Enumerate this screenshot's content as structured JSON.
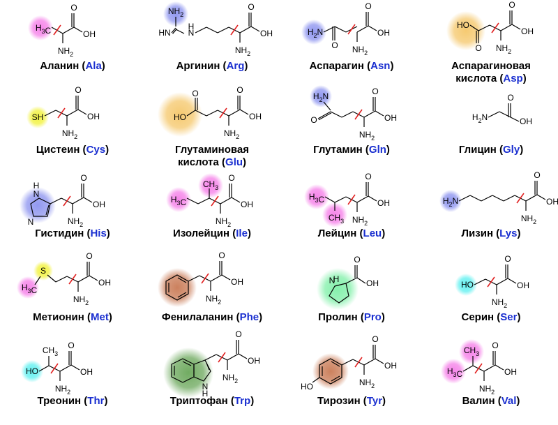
{
  "colors": {
    "caption_text": "#000000",
    "abbreviation": "#1a2fd0",
    "bond": "#000000",
    "cut_mark": "#e02020",
    "hydrophobic_methyl": "#f57ee8",
    "hydrophobic_alkyl": "#f57ee8",
    "amine_base": "#8c93ef",
    "acid": "#f5c76a",
    "thiol": "#f2f23a",
    "hydroxyl": "#5ef0f0",
    "aromatic": "#c97a55",
    "indole": "#6aa75a",
    "ring_imino": "#7ff0a8"
  },
  "amino_acids": [
    {
      "name": "Аланин",
      "abbr": "Ala",
      "name_line2": ""
    },
    {
      "name": "Аргинин",
      "abbr": "Arg",
      "name_line2": ""
    },
    {
      "name": "Аспарагин",
      "abbr": "Asn",
      "name_line2": ""
    },
    {
      "name": "Аспарагиновая",
      "abbr": "Asp",
      "name_line2": "кислота"
    },
    {
      "name": "Цистеин",
      "abbr": "Cys",
      "name_line2": ""
    },
    {
      "name": "Глутаминовая",
      "abbr": "Glu",
      "name_line2": "кислота"
    },
    {
      "name": "Глутамин",
      "abbr": "Gln",
      "name_line2": ""
    },
    {
      "name": "Глицин",
      "abbr": "Gly",
      "name_line2": ""
    },
    {
      "name": "Гистидин",
      "abbr": "His",
      "name_line2": ""
    },
    {
      "name": "Изолейцин",
      "abbr": "Ile",
      "name_line2": ""
    },
    {
      "name": "Лейцин",
      "abbr": "Leu",
      "name_line2": ""
    },
    {
      "name": "Лизин",
      "abbr": "Lys",
      "name_line2": ""
    },
    {
      "name": "Метионин",
      "abbr": "Met",
      "name_line2": ""
    },
    {
      "name": "Фенилаланин",
      "abbr": "Phe",
      "name_line2": ""
    },
    {
      "name": "Пролин",
      "abbr": "Pro",
      "name_line2": ""
    },
    {
      "name": "Серин",
      "abbr": "Ser",
      "name_line2": ""
    },
    {
      "name": "Треонин",
      "abbr": "Thr",
      "name_line2": ""
    },
    {
      "name": "Триптофан",
      "abbr": "Trp",
      "name_line2": ""
    },
    {
      "name": "Тирозин",
      "abbr": "Tyr",
      "name_line2": ""
    },
    {
      "name": "Валин",
      "abbr": "Val",
      "name_line2": ""
    }
  ],
  "atom_labels": {
    "oh": "OH",
    "o": "O",
    "nh2": "NH",
    "sub2": "2",
    "h3c": "H",
    "c3": "C",
    "ch3": "CH",
    "sub3": "3",
    "hn": "HN",
    "n": "N",
    "h": "H",
    "ho": "HO",
    "sh": "SH",
    "s": "S",
    "nh_ring": "H",
    "n_ring": "N"
  }
}
